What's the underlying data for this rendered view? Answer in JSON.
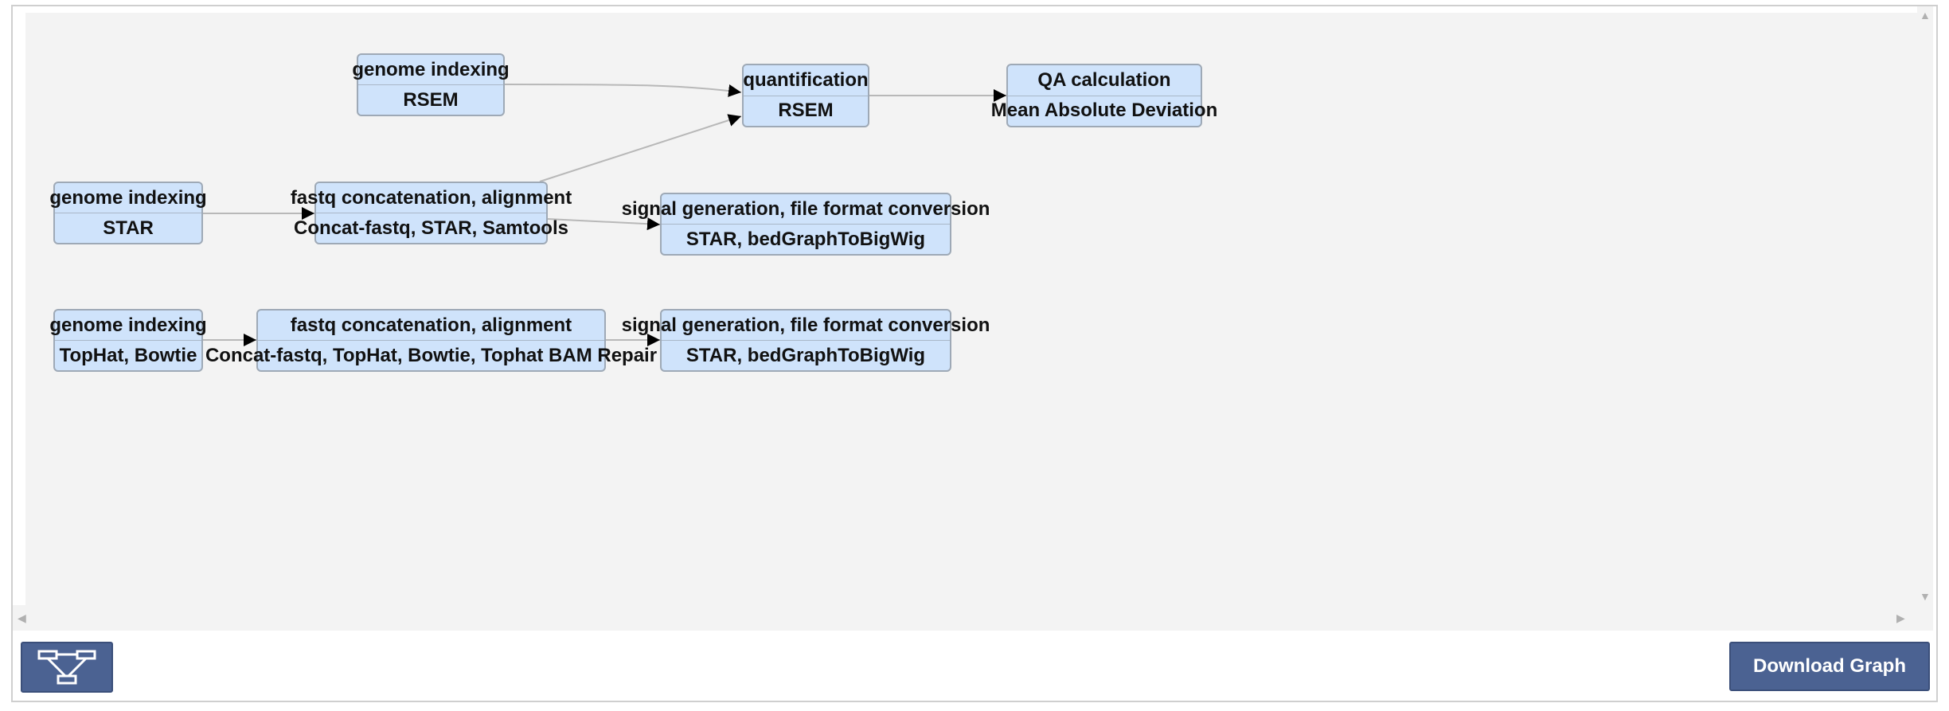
{
  "nodes": [
    {
      "id": "n1",
      "step": "genome indexing",
      "tool": "RSEM"
    },
    {
      "id": "n2",
      "step": "quantification",
      "tool": "RSEM"
    },
    {
      "id": "n3",
      "step": "QA calculation",
      "tool": "Mean Absolute Deviation"
    },
    {
      "id": "n4",
      "step": "genome indexing",
      "tool": "STAR"
    },
    {
      "id": "n5",
      "step": "fastq concatenation, alignment",
      "tool": "Concat-fastq, STAR, Samtools"
    },
    {
      "id": "n6",
      "step": "signal generation, file format conversion",
      "tool": "STAR, bedGraphToBigWig"
    },
    {
      "id": "n7",
      "step": "genome indexing",
      "tool": "TopHat, Bowtie"
    },
    {
      "id": "n8",
      "step": "fastq concatenation, alignment",
      "tool": "Concat-fastq, TopHat, Bowtie, Tophat BAM Repair"
    },
    {
      "id": "n9",
      "step": "signal generation, file format conversion",
      "tool": "STAR, bedGraphToBigWig"
    }
  ],
  "edges": [
    {
      "from": "n1",
      "to": "n2"
    },
    {
      "from": "n5",
      "to": "n2"
    },
    {
      "from": "n2",
      "to": "n3"
    },
    {
      "from": "n4",
      "to": "n5"
    },
    {
      "from": "n5",
      "to": "n6"
    },
    {
      "from": "n7",
      "to": "n8"
    },
    {
      "from": "n8",
      "to": "n9"
    }
  ],
  "toolbar": {
    "layout_icon": "graph-layout-icon",
    "download_label": "Download Graph"
  },
  "colors": {
    "node_fill": "#cfe3fb",
    "node_border": "#9ea9b6",
    "canvas_bg": "#f3f3f3",
    "button_bg": "#4b6292",
    "edge": "#b8b8b8"
  }
}
